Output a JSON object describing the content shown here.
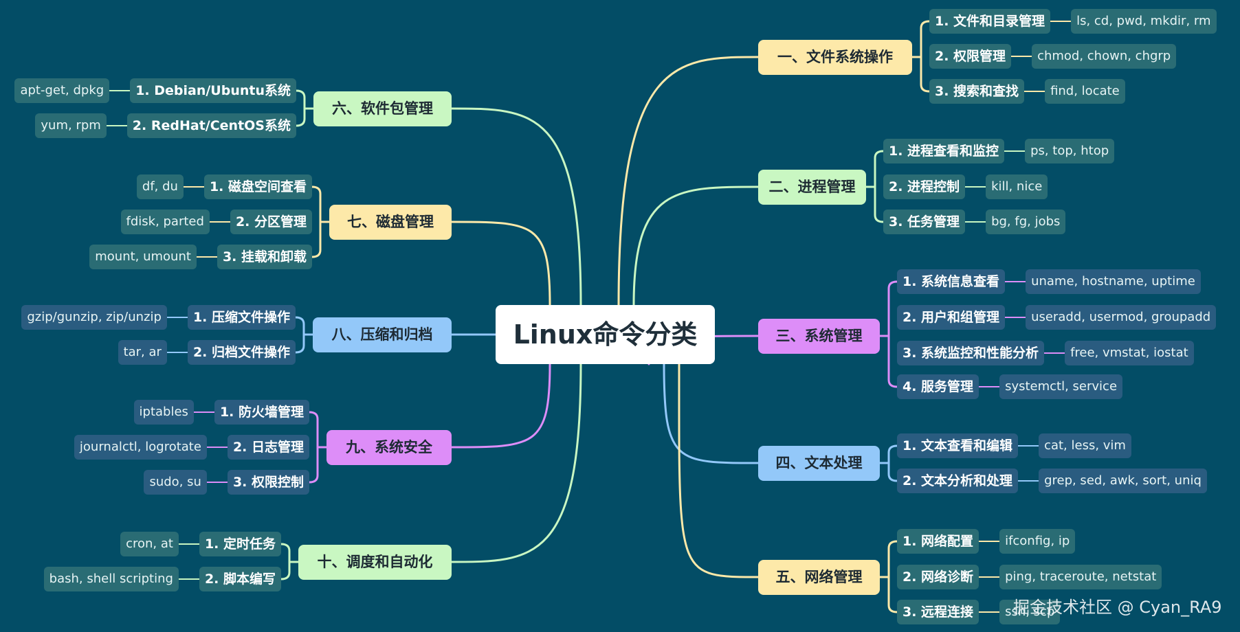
{
  "center": "Linux命令分类",
  "watermark": "掘金技术社区 @ Cyan_RA9",
  "colors": {
    "background": "#034d66",
    "yellow": "#fde9a9",
    "green": "#c9f7c2",
    "purple": "#dd8df8",
    "blue": "#93c8f9"
  },
  "right_branches": [
    {
      "label": "一、文件系统操作",
      "color": "yellow",
      "subs": [
        {
          "label": "1. 文件和目录管理",
          "leaf": "ls, cd, pwd, mkdir, rm"
        },
        {
          "label": "2. 权限管理",
          "leaf": "chmod, chown, chgrp"
        },
        {
          "label": "3. 搜索和查找",
          "leaf": "find, locate"
        }
      ]
    },
    {
      "label": "二、进程管理",
      "color": "green",
      "subs": [
        {
          "label": "1. 进程查看和监控",
          "leaf": "ps, top, htop"
        },
        {
          "label": "2. 进程控制",
          "leaf": "kill, nice"
        },
        {
          "label": "3. 任务管理",
          "leaf": "bg, fg, jobs"
        }
      ]
    },
    {
      "label": "三、系统管理",
      "color": "purple",
      "subs": [
        {
          "label": "1. 系统信息查看",
          "leaf": "uname, hostname, uptime"
        },
        {
          "label": "2. 用户和组管理",
          "leaf": "useradd, usermod, groupadd"
        },
        {
          "label": "3. 系统监控和性能分析",
          "leaf": "free, vmstat, iostat"
        },
        {
          "label": "4. 服务管理",
          "leaf": "systemctl, service"
        }
      ]
    },
    {
      "label": "四、文本处理",
      "color": "blue",
      "subs": [
        {
          "label": "1. 文本查看和编辑",
          "leaf": "cat, less, vim"
        },
        {
          "label": "2. 文本分析和处理",
          "leaf": "grep, sed, awk, sort, uniq"
        }
      ]
    },
    {
      "label": "五、网络管理",
      "color": "yellow",
      "subs": [
        {
          "label": "1. 网络配置",
          "leaf": "ifconfig, ip"
        },
        {
          "label": "2. 网络诊断",
          "leaf": "ping, traceroute, netstat"
        },
        {
          "label": "3. 远程连接",
          "leaf": "ssh, scp"
        }
      ]
    }
  ],
  "left_branches": [
    {
      "label": "六、软件包管理",
      "color": "green",
      "subs": [
        {
          "label": "1. Debian/Ubuntu系统",
          "leaf": "apt-get, dpkg"
        },
        {
          "label": "2. RedHat/CentOS系统",
          "leaf": "yum, rpm"
        }
      ]
    },
    {
      "label": "七、磁盘管理",
      "color": "yellow",
      "subs": [
        {
          "label": "1. 磁盘空间查看",
          "leaf": "df, du"
        },
        {
          "label": "2. 分区管理",
          "leaf": "fdisk, parted"
        },
        {
          "label": "3. 挂载和卸载",
          "leaf": "mount, umount"
        }
      ]
    },
    {
      "label": "八、压缩和归档",
      "color": "blue",
      "subs": [
        {
          "label": "1. 压缩文件操作",
          "leaf": "gzip/gunzip, zip/unzip"
        },
        {
          "label": "2. 归档文件操作",
          "leaf": "tar, ar"
        }
      ]
    },
    {
      "label": "九、系统安全",
      "color": "purple",
      "subs": [
        {
          "label": "1. 防火墙管理",
          "leaf": "iptables"
        },
        {
          "label": "2. 日志管理",
          "leaf": "journalctl, logrotate"
        },
        {
          "label": "3. 权限控制",
          "leaf": "sudo, su"
        }
      ]
    },
    {
      "label": "十、调度和自动化",
      "color": "green",
      "subs": [
        {
          "label": "1. 定时任务",
          "leaf": "cron, at"
        },
        {
          "label": "2. 脚本编写",
          "leaf": "bash, shell scripting"
        }
      ]
    }
  ]
}
